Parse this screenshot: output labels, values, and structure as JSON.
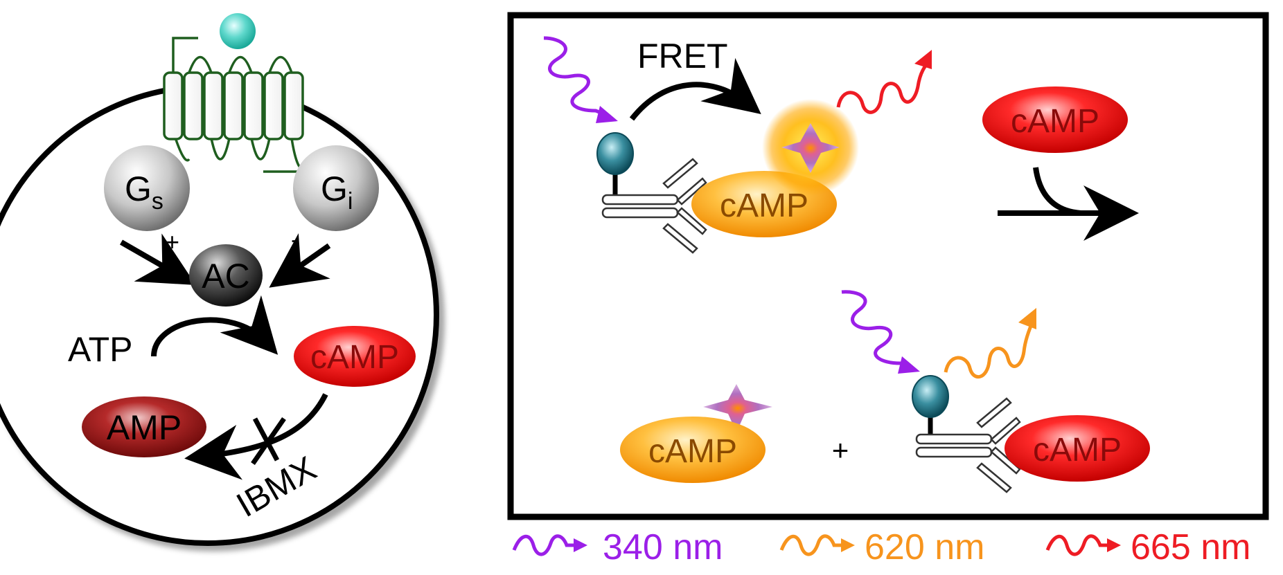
{
  "cell": {
    "g_s_label": "G",
    "g_s_sub": "s",
    "g_i_label": "G",
    "g_i_sub": "i",
    "plus": "+",
    "minus": "-",
    "ac": "AC",
    "atp": "ATP",
    "camp": "cAMP",
    "amp": "AMP",
    "ibmx": "IBMX",
    "x_mark": "X"
  },
  "assay": {
    "fret": "FRET",
    "camp_top_free": "cAMP",
    "camp_bound_orange": "cAMP",
    "camp_bottom_orange": "cAMP",
    "camp_bottom_red": "cAMP",
    "plus": "+"
  },
  "legend": [
    {
      "label": "340 nm",
      "color": "#9b1fe8"
    },
    {
      "label": "620 nm",
      "color": "#f7941d"
    },
    {
      "label": "665 nm",
      "color": "#ee1c24"
    }
  ],
  "colors": {
    "violet": "#9b1fe8",
    "orange": "#f7941d",
    "red": "#ee1c24",
    "receptor": "#1f5e1f",
    "ligand": "#3fd4c0"
  }
}
